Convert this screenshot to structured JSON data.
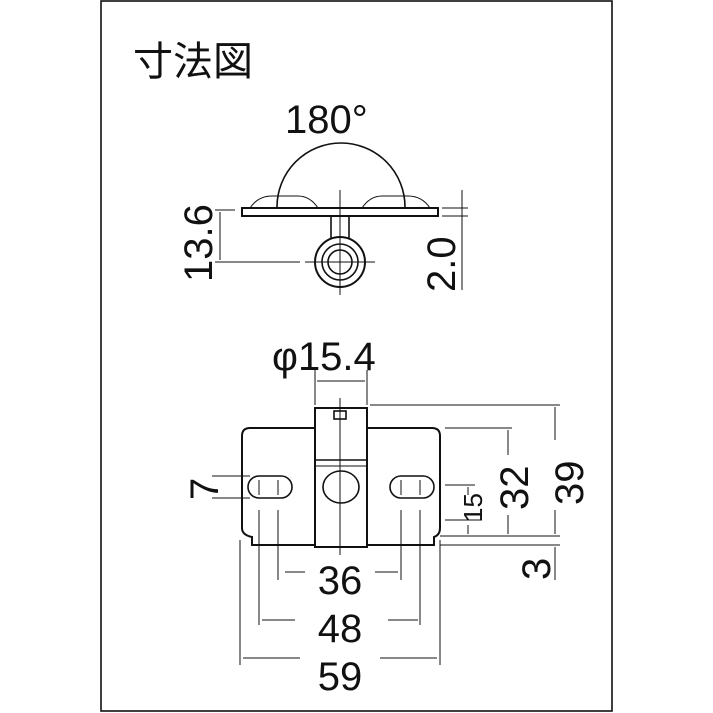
{
  "title": "寸法図",
  "top_view": {
    "angle": "180°",
    "height": "13.6",
    "thickness": "2.0"
  },
  "front_view": {
    "diameter": "φ15.4",
    "height_total": "39",
    "height_plate": "32",
    "hole_height": "15",
    "tab": "3",
    "slot_width": "7",
    "pitch_inner": "36",
    "pitch_outer": "48",
    "width": "59"
  }
}
